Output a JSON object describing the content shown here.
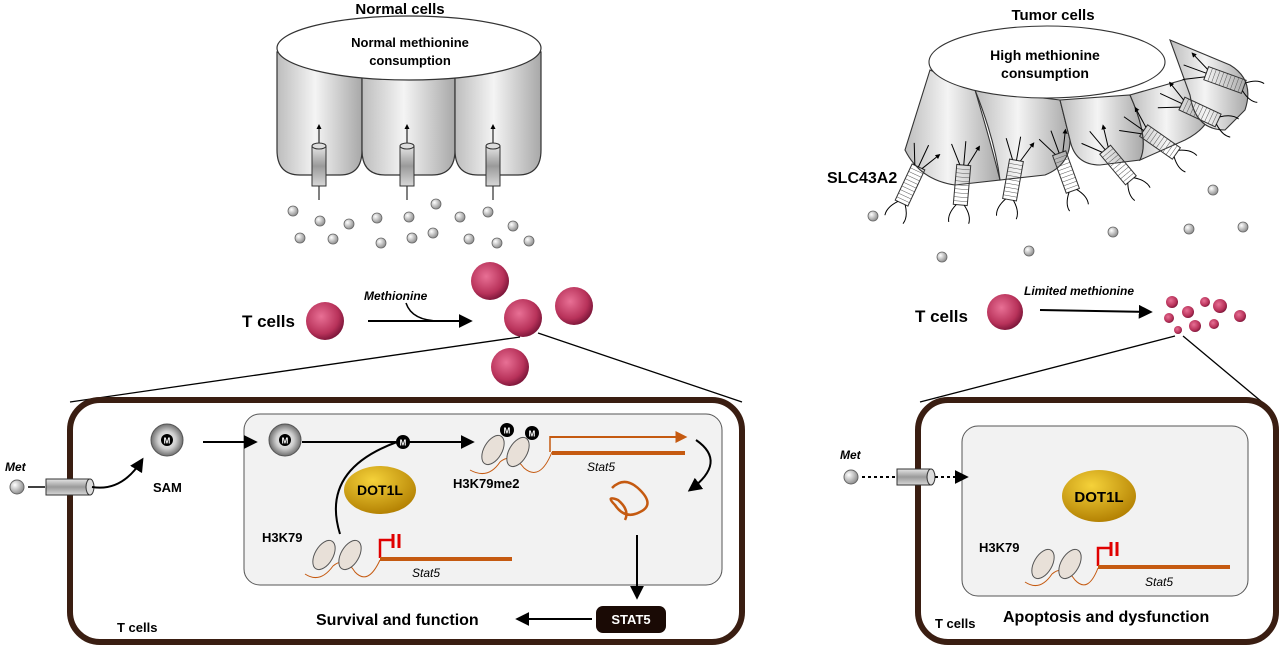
{
  "left_panel": {
    "title": "Normal cells",
    "consumption_label_line1": "Normal methionine",
    "consumption_label_line2": "consumption",
    "tcells_label": "T cells",
    "methionine_label": "Methionine",
    "zoom": {
      "met_label": "Met",
      "sam_label": "SAM",
      "dot1l_label": "DOT1L",
      "h3k79_label": "H3K79",
      "h3k79me2_label": "H3K79me2",
      "stat5_gene_top": "Stat5",
      "stat5_gene_bottom": "Stat5",
      "stat5_protein": "STAT5",
      "outcome": "Survival and function",
      "cell_label": "T cells",
      "methyl_mark": "M"
    }
  },
  "right_panel": {
    "title": "Tumor cells",
    "consumption_label_line1": "High methionine",
    "consumption_label_line2": "consumption",
    "transporter_label": "SLC43A2",
    "tcells_label": "T cells",
    "limited_label": "Limited methionine",
    "zoom": {
      "met_label": "Met",
      "dot1l_label": "DOT1L",
      "h3k79_label": "H3K79",
      "stat5_gene": "Stat5",
      "outcome": "Apoptosis and dysfunction",
      "cell_label": "T cells"
    }
  },
  "colors": {
    "tcell": "#b8325a",
    "dot1l_gold": "#d9a400",
    "gene_orange": "#c55a11",
    "block_red": "#e00000",
    "membrane": "#3a1e12",
    "stat5_box": "#1a0a05"
  }
}
